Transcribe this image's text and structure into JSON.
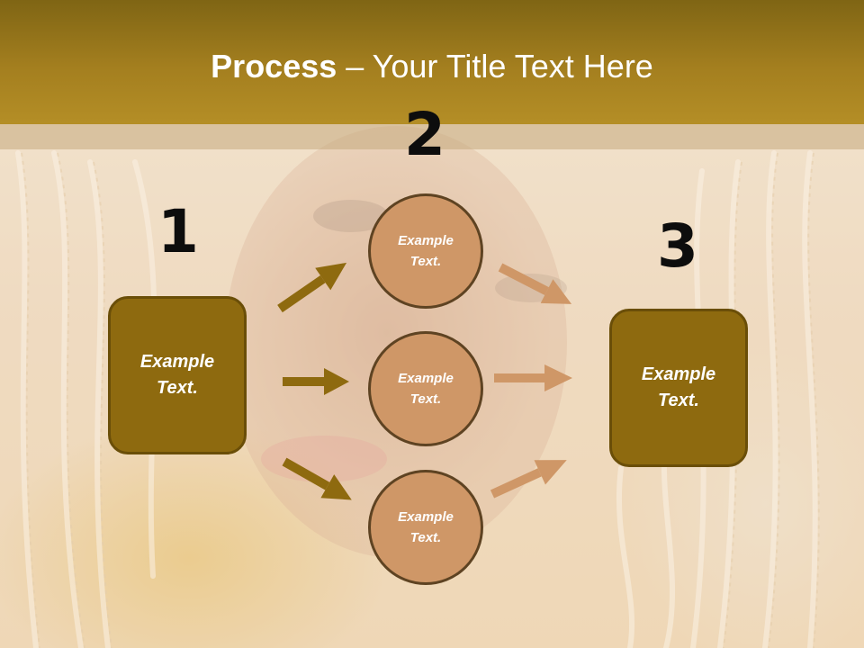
{
  "slide": {
    "title_bold": "Process",
    "title_rest": " – Your Title Text Here"
  },
  "steps": {
    "one": "1",
    "two": "2",
    "three": "3"
  },
  "boxes": {
    "left": "Example Text.",
    "right": "Example Text."
  },
  "circles": {
    "top": "Example Text.",
    "middle": "Example Text.",
    "bottom": "Example Text."
  },
  "colors": {
    "title_bar": "#a47f1f",
    "box_fill": "#8e6a0f",
    "circle_fill": "#cf9767",
    "arrow_left": "#8e6a0f",
    "arrow_right": "#cf9767"
  }
}
